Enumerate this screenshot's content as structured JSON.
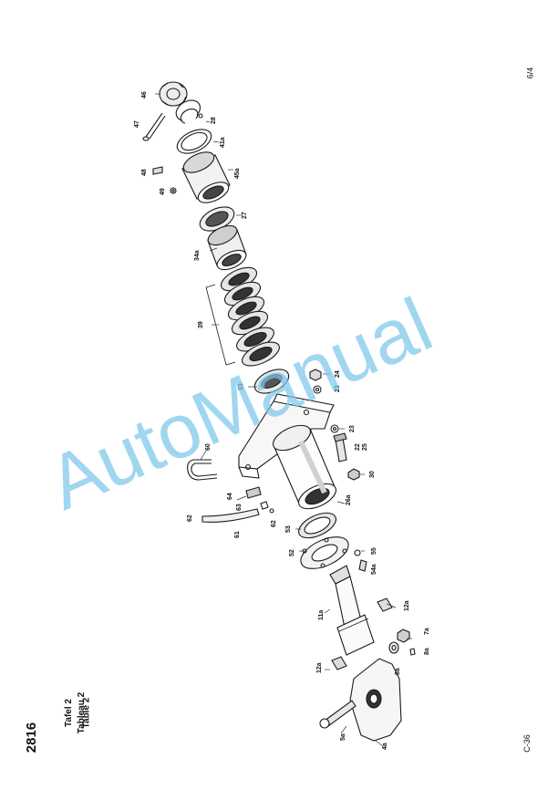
{
  "header": {
    "model": "2816",
    "tables": [
      "Tafel  2",
      "Tableau 2",
      "Table  2"
    ]
  },
  "page_number": "6/4",
  "doc_code": "C-36",
  "watermark": "AutoManual",
  "watermark_color": "#7cc6ea",
  "callouts": [
    "46",
    "47",
    "28",
    "41a",
    "48",
    "49",
    "45a",
    "27",
    "34a",
    "39",
    "33",
    "24",
    "23",
    "23",
    "22",
    "25",
    "60",
    "30",
    "64",
    "63",
    "26a",
    "62",
    "62",
    "61",
    "53",
    "52",
    "55",
    "54a",
    "11a",
    "12a",
    "7a",
    "12a",
    "8a",
    "8a",
    "5a",
    "4a"
  ]
}
